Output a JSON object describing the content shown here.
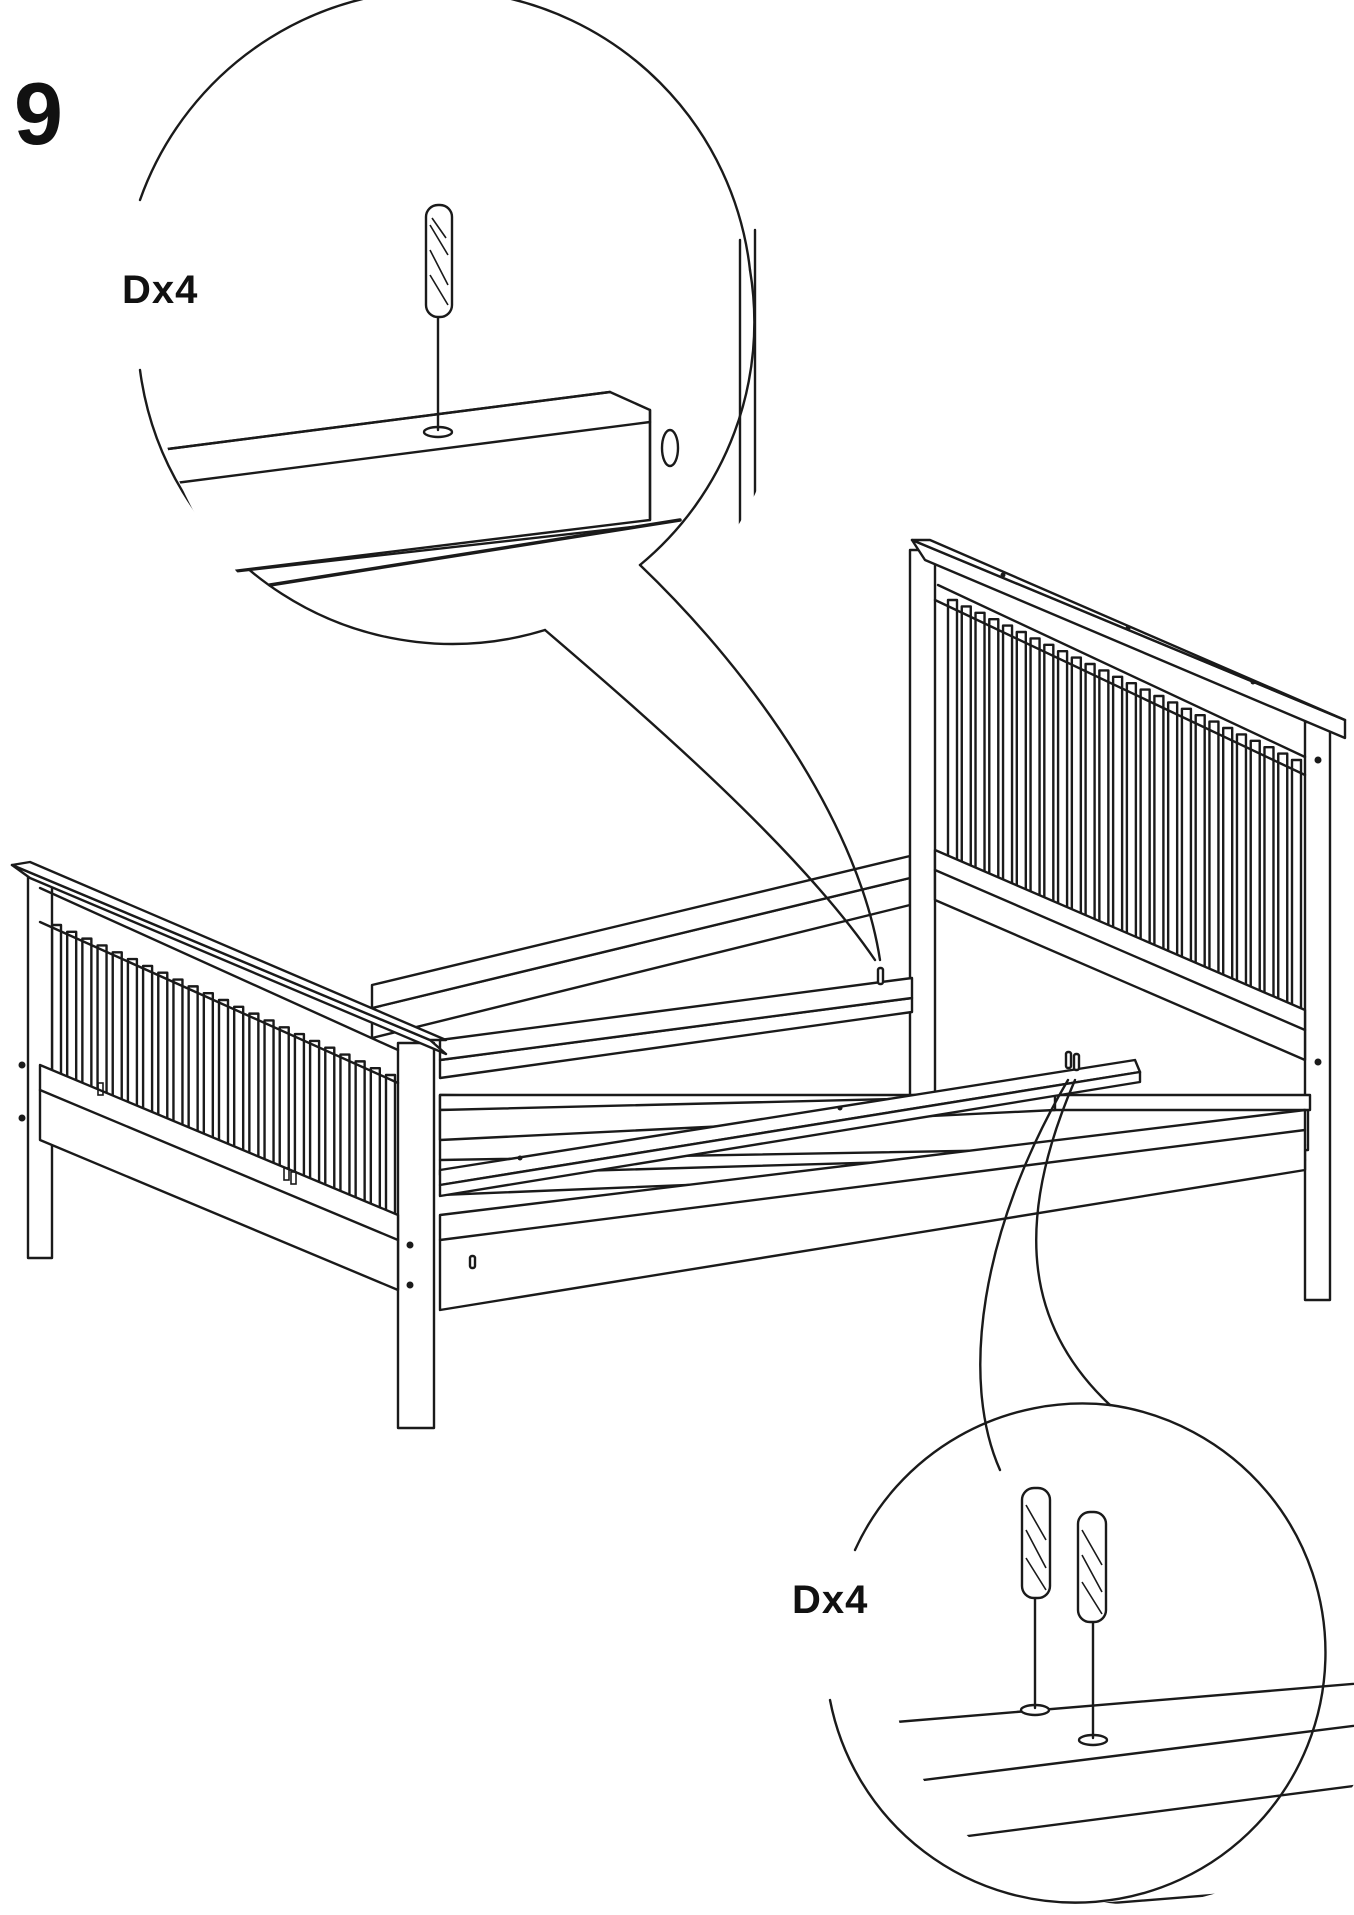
{
  "step": {
    "number": "9"
  },
  "callouts": [
    {
      "id": "top",
      "label": "Dx4",
      "part": "D",
      "quantity": 4
    },
    {
      "id": "bottom",
      "label": "Dx4",
      "part": "D",
      "quantity": 4
    }
  ],
  "icons": {
    "dowel": "wooden-dowel-icon",
    "bed": "bed-frame-icon"
  },
  "colors": {
    "ink": "#1a1a1a",
    "paper": "#ffffff"
  }
}
